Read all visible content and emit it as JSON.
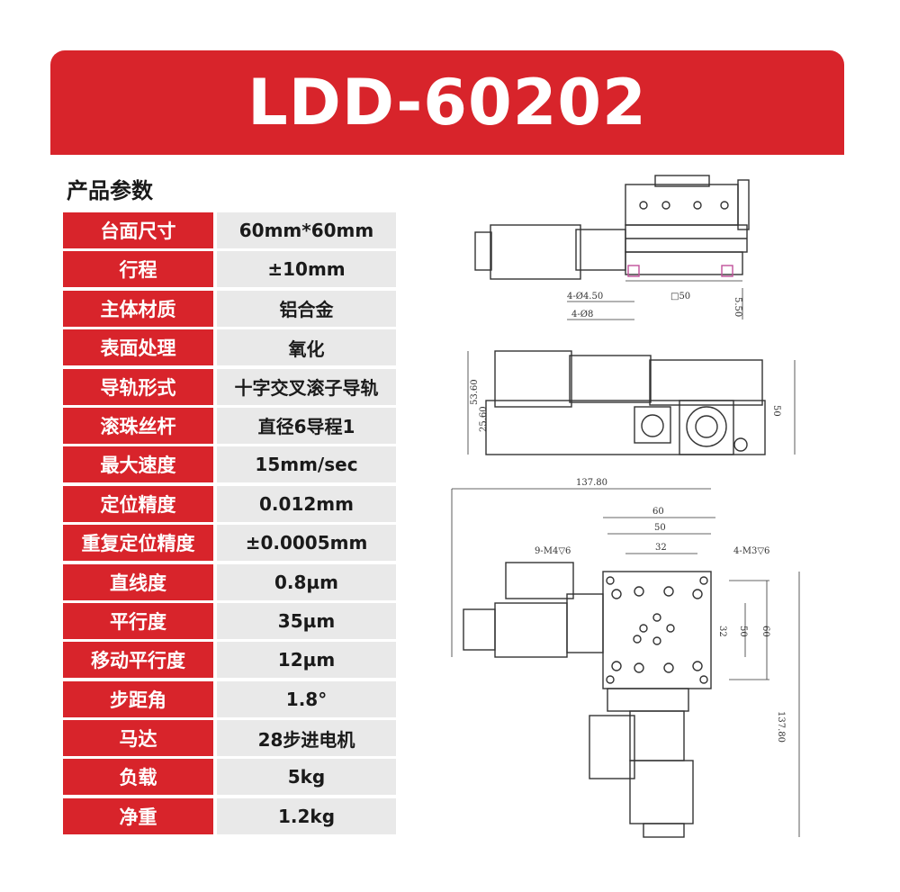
{
  "header": {
    "title": "LDD-60202"
  },
  "section": {
    "title": "产品参数"
  },
  "specs": [
    {
      "label": "台面尺寸",
      "value": "60mm*60mm"
    },
    {
      "label": "行程",
      "value": "±10mm"
    },
    {
      "label": "主体材质",
      "value": "铝合金"
    },
    {
      "label": "表面处理",
      "value": "氧化"
    },
    {
      "label": "导轨形式",
      "value": "十字交叉滚子导轨"
    },
    {
      "label": "滚珠丝杆",
      "value": "直径6导程1"
    },
    {
      "label": "最大速度",
      "value": "15mm/sec"
    },
    {
      "label": "定位精度",
      "value": "0.012mm"
    },
    {
      "label": "重复定位精度",
      "value": "±0.0005mm"
    },
    {
      "label": "直线度",
      "value": "0.8µm"
    },
    {
      "label": "平行度",
      "value": "35µm"
    },
    {
      "label": "移动平行度",
      "value": "12µm"
    },
    {
      "label": "步距角",
      "value": "1.8°"
    },
    {
      "label": "马达",
      "value": "28步进电机"
    },
    {
      "label": "负载",
      "value": "5kg"
    },
    {
      "label": "净重",
      "value": "1.2kg"
    }
  ],
  "drawing": {
    "dims": {
      "holes_a": "4-Ø4.50",
      "square_50": "□50",
      "holes_b": "4-Ø8",
      "depth": "5.50",
      "h_53": "53.60",
      "h_25": "25.60",
      "h_50": "50",
      "w_137": "137.80",
      "w_60": "60",
      "w_50": "50",
      "w_32": "32",
      "thread_9": "9-M4▽6",
      "thread_4": "4-M3▽6",
      "v_32": "32",
      "v_50": "50",
      "v_60": "60",
      "v_137": "137.80"
    }
  }
}
